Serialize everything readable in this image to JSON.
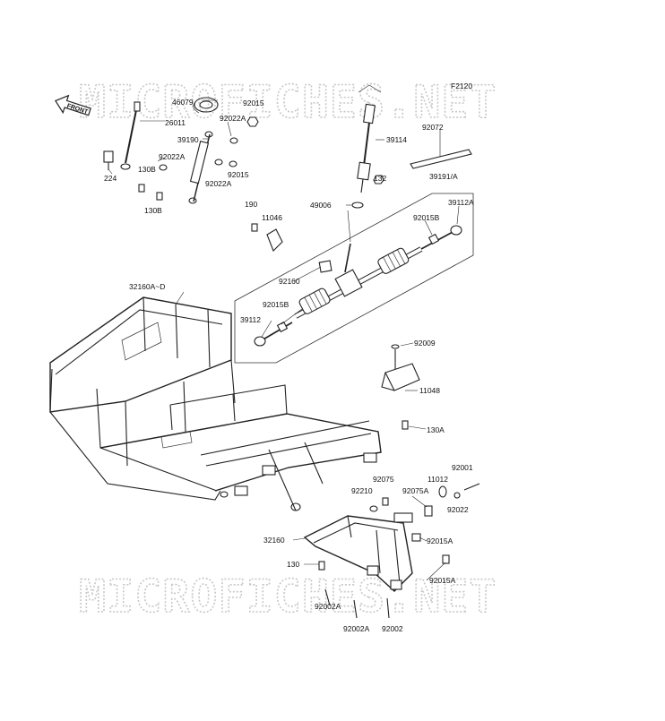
{
  "figure_code": "F2120",
  "watermark_text": "MICROFICHES.NET",
  "front_arrow_label": "FRONT",
  "part_labels": {
    "p46079": "46079",
    "p26011": "26011",
    "p92015_a": "92015",
    "p92022A_a": "92022A",
    "p39190": "39190",
    "p92022A_b": "92022A",
    "p92015_b": "92015",
    "p92022A_c": "92022A",
    "p224": "224",
    "p130B_a": "130B",
    "p130B_b": "130B",
    "p39114": "39114",
    "p92072": "92072",
    "p132": "132",
    "p39191A": "39191/A",
    "p49006": "49006",
    "p39112A": "39112A",
    "p92015B_a": "92015B",
    "p190": "190",
    "p11046": "11046",
    "p92160": "92160",
    "p32160AD": "32160A~D",
    "p92015B_b": "92015B",
    "p39112": "39112",
    "p92009": "92009",
    "p11048": "11048",
    "p130A": "130A",
    "p92001": "92001",
    "p11012": "11012",
    "p92075": "92075",
    "p92210": "92210",
    "p92075A": "92075A",
    "p92022": "92022",
    "p32160": "32160",
    "p92015A_a": "92015A",
    "p130": "130",
    "p92015A_b": "92015A",
    "p92002A_a": "92002A",
    "p92002A_b": "92002A",
    "p92002": "92002"
  }
}
